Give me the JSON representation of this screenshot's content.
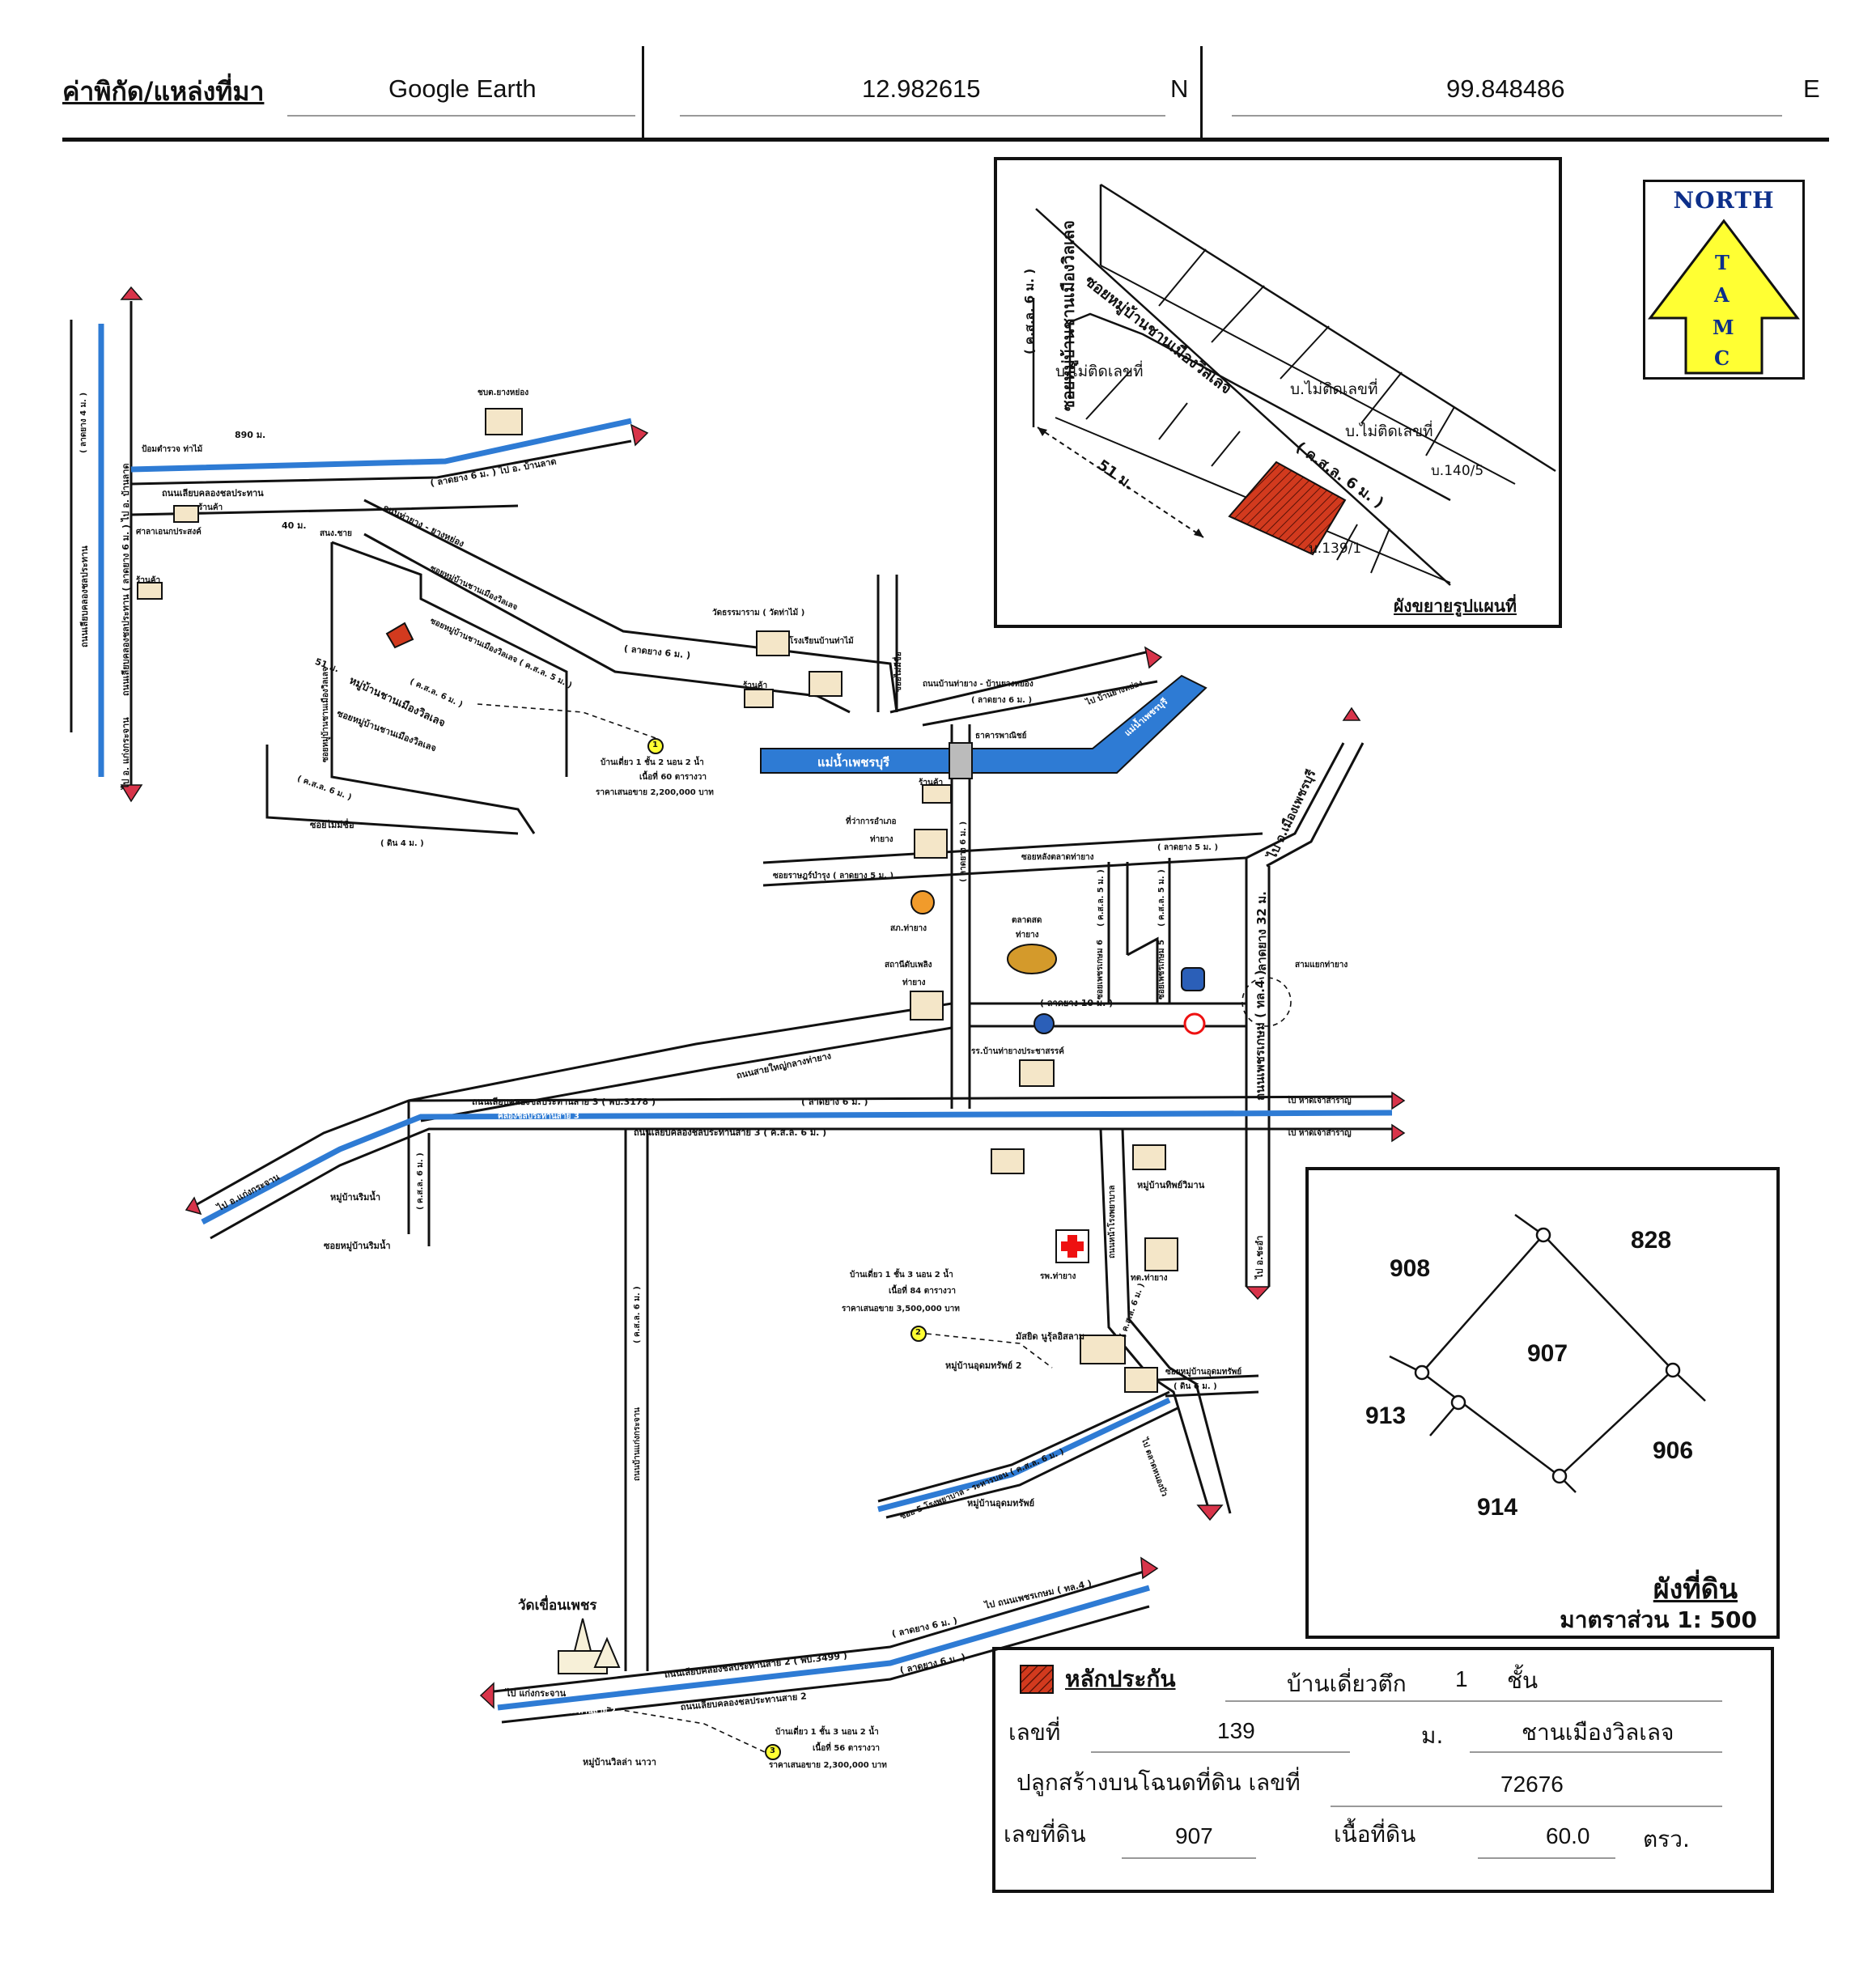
{
  "header": {
    "title": "ค่าพิกัด/แหล่งที่มา",
    "source": "Google Earth",
    "latitude": "12.982615",
    "lat_dir": "N",
    "longitude": "99.848486",
    "lon_dir": "E"
  },
  "north_arrow": {
    "label": "NORTH",
    "letters": [
      "T",
      "A",
      "M",
      "C"
    ]
  },
  "inset_map": {
    "road_top": "( ค.ส.ล. 6 ม. )",
    "road_top_name": "ซอยหมู่บ้านชานเมืองวิลเลจ",
    "road_middle_name": "ซอยหมู่บ้านชานเมืองวิลเลจ",
    "road_middle": "( ค.ส.ล. 6 ม. )",
    "no_number_1": "บ.ไม่ติดเลขที่",
    "no_number_2": "บ.ไม่ติดเลขที่",
    "no_number_3": "บ.ไม่ติดเลขที่",
    "house_140_5": "บ.140/5",
    "house_139_1": "บ.139/1",
    "distance": "51 ม.",
    "caption": "ผังขยายรูปแผนที่"
  },
  "plot_diagram": {
    "center": "907",
    "neighbors": {
      "top_left": "908",
      "top_right": "828",
      "left": "913",
      "right": "906",
      "bottom": "914"
    },
    "title": "ผังที่ดิน",
    "scale": "มาตราส่วน 1: 500"
  },
  "info_box": {
    "legend_label": "หลักประกัน",
    "building_type": "บ้านเดี่ยวตึก",
    "floors": "1",
    "floors_unit": "ชั้น",
    "house_no_label": "เลขที่",
    "house_no": "139",
    "moo_label": "ม.",
    "village": "ชานเมืองวิลเลจ",
    "deed_label": "ปลูกสร้างบนโฉนดที่ดิน เลขที่",
    "deed_no": "72676",
    "plot_label": "เลขที่ดิน",
    "plot_no": "907",
    "area_label": "เนื้อที่ดิน",
    "area": "60.0",
    "area_unit": "ตรว."
  },
  "map_labels": {
    "road_left_vertical": "ถนนเลียบคลองชลประทาน ( ลาดยาง 6 ม. ) ไป อ. บ้านลาด",
    "road_left_vertical_2": "ถนนเลียบคลองชลประทาน",
    "road_left_vertical_3": "( ลาดยาง 4 ม. )",
    "to_kaeng_krachan_left": "ไป อ. แก่งกระจาน",
    "police_box": "ป้อมตำรวจ ท่าไม้",
    "dist_890": "890 ม.",
    "school_top": "ชบต.ยางหย่อง",
    "road_top_east": "( ลาดยาง 6 ม. ) ไป อ. บ้านลาด",
    "road_top_west": "ถนนเลียบคลองชลประทาน",
    "shop_1": "ร้านค้า",
    "sala": "ศาลาเอนกประสงค์",
    "shop_2": "ร้านค้า",
    "dist_40": "40 ม.",
    "pole": "สนง.ชาย",
    "road_tha_yang": "ถนนท่ายาง - ยางหย่อง",
    "soi_village_1": "ซอยหมู่บ้านชานเมืองวิลเลจ",
    "soi_village_paved": "ซอยหมู่บ้านชานเมืองวิลเลจ ( ค.ส.ล. 5 ม. )",
    "dist_51": "51 ม.",
    "road_kasl_6": "( ค.ส.ล. 6 ม. )",
    "village_chan_mueang": "หมู่บ้านชานเมืองวิลเลจ",
    "soi_village_2": "ซอยหมู่บ้านชานเมืองวิลเลจ",
    "soi_village_3": "ซอยหมู่บ้านชานเมืองวิลเลจ",
    "road_kasl_6_b": "( ค.ส.ล. 6 ม. )",
    "soi_mai_mee_chue": "ซอยไม่มีชื่อ",
    "soi_dirt": "( ดิน 4 ม. )",
    "road_paved_6": "( ลาดยาง 6 ม. )",
    "temple_top": "วัดธรรมาราม ( วัดท่าไม้ )",
    "school_tha_mai": "โรงเรียนบ้านท่าไม้",
    "shop_3": "ร้านค้า",
    "soi_tha_mai": "ซอยไม่มีชื่อ",
    "road_ban_tha_yang": "ถนนบ้านท่ายาง - บ้านยางหย่อง",
    "road_paved_6_b": "( ลาดยาง 6 ม. )",
    "to_ban_yang": "ไป บ้านยางหย่อง",
    "river": "แม่น้ำเพชรบุรี",
    "river_2": "แม่น้ำเพชรบุรี",
    "bank": "ธาคารพาณิชย์",
    "house_1_desc_1": "บ้านเดี่ยว 1 ชั้น 2 นอน 2 น้ำ",
    "house_1_desc_2": "เนื้อที่ 60 ตารางวา",
    "house_1_desc_3": "ราคาเสนอขาย 2,200,000 บาท",
    "shop_4": "ร้านค้า",
    "district_office": "ที่ว่าการอำเภอ",
    "district_office_2": "ท่ายาง",
    "road_kasl_6_vertical": "( ลาดยาง 6 ม. )",
    "soi_behind_market": "ซอยหลังตลาดท่ายาง",
    "soi_paved_5": "( ลาดยาง 5 ม. )",
    "soi_rat_bamrung": "ซอยราษฎร์บำรุง ( ลาดยาง 5 ม. )",
    "to_mueang_phetchaburi": "ไป อ.เมืองเพชรบุรี",
    "police_station": "สภ.ท่ายาง",
    "market": "ตลาดสด",
    "market_2": "ท่ายาง",
    "soi_kasl_5": "( ค.ส.ล. 5 ม. )",
    "soi_kasl_5_b": "( ค.ส.ล. 5 ม. )",
    "soi_phet_6": "ซอยเพชรเกษม 6",
    "soi_phet_5": "ซอยเพชรเกษม 5",
    "road_32": "ลาดยาง 32 ม.",
    "intersection": "สามแยกท่ายาง",
    "fire_station": "สถานีดับเพลิง",
    "fire_station_2": "ท่ายาง",
    "road_paved_10": "( ลาดยาง 10 ม. )",
    "road_sai_yai": "ถนนสายใหญ่กลางท่ายาง",
    "school_prachasan": "รร.บ้านท่ายางประชาสรรค์",
    "road_phetkasem": "ถนนเพชรเกษม ( ทล.4 )",
    "road_canal_3_top": "ถนนเลียบคลองชลประทานสาย 3 ( พบ.3178 )",
    "road_paved_6_c": "( ลาดยาง 6 ม. )",
    "canal_3": "คลองชลประทานสาย 3",
    "road_canal_3_bottom": "ถนนเลียบคลองชลประทานสาย 3 ( ค.ส.ล. 6 ม. )",
    "to_hat_chao_samran_1": "ไป หาดเจ้าสำราญ",
    "to_hat_chao_samran_2": "ไป หาดเจ้าสำราญ",
    "to_kaeng_krachan_2": "ไป อ.แก่งกระจาน",
    "village_rim_nam": "หมู่บ้านริมน้ำ",
    "soi_rim_nam": "ซอยหมู่บ้านริมน้ำ",
    "road_kasl_6_d": "( ค.ส.ล. 6 ม. )",
    "road_hospital": "ถนนหน้าโรงพยาบาล",
    "village_thip": "หมู่บ้านทิพย์วิมาน",
    "to_cha_am": "ไป อ.ชะอำ",
    "hospital": "รพ.ท่ายาง",
    "municipality": "ทต.ท่ายาง",
    "house_2_desc_1": "บ้านเดี่ยว 1 ชั้น 3 นอน 2 น้ำ",
    "house_2_desc_2": "เนื้อที่ 84 ตารางวา",
    "house_2_desc_3": "ราคาเสนอขาย 3,500,000 บาท",
    "mosque": "มัสยิด นูรุ้ลอิสลาม",
    "village_udom_2": "หมู่บ้านอุดมทรัพย์ 2",
    "road_kasl_6_e": "( ค.ส.ล. 6 ม. )",
    "soi_yu_nai": "ซอยหมู่บ้านอุดมทรัพย์",
    "soi_dirt_6": "( ดิน 6 ม. )",
    "to_huai_mongkol": "ไป ตลาดหนองบัว",
    "soi_5_hospital": "ซอย 5 โรงพยาบาล - ระหารบอน ( ค.ส.ล. 6 ม. )",
    "village_udom": "หมู่บ้านอุดมทรัพย์",
    "road_kaeng_krachan": "ถนนบ้านแก่งกระจาน",
    "road_kasl_6_f": "( ค.ส.ล. 6 ม. )",
    "temple_khuean_phet": "วัดเขื่อนเพชร",
    "road_canal_2_top": "ถนนเลียบคลองชลประทานสาย 2 ( พบ.3499 )",
    "road_paved_6_d": "( ลาดยาง 6 ม. )",
    "to_phetkasem": "ไป ถนนเพชรเกษม ( ทล.4 )",
    "to_kaeng_krachan_3": "ไป แก่งกระจาน",
    "road_canal_2_bottom": "ถนนเลียบคลองชลประทานสาย 2",
    "road_paved_6_e": "( ลาดยาง 6 ม. )",
    "canal_2": "คลองชลประทานสาย 2",
    "house_3_desc_1": "บ้านเดี่ยว 1 ชั้น 3 นอน 2 น้ำ",
    "house_3_desc_2": "เนื้อที่ 56 ตารางวา",
    "house_3_desc_3": "ราคาเสนอขาย 2,300,000 บาท",
    "village_villa": "หมู่บ้านวิลล่า นาวา",
    "marker_1": "1",
    "marker_2": "2",
    "marker_3": "3"
  },
  "colors": {
    "canal": "#2e7bd4",
    "river": "#2e7bd4",
    "collateral": "#d23a1e",
    "north_fill": "#ffff33",
    "arrow_red": "#d8344a"
  }
}
